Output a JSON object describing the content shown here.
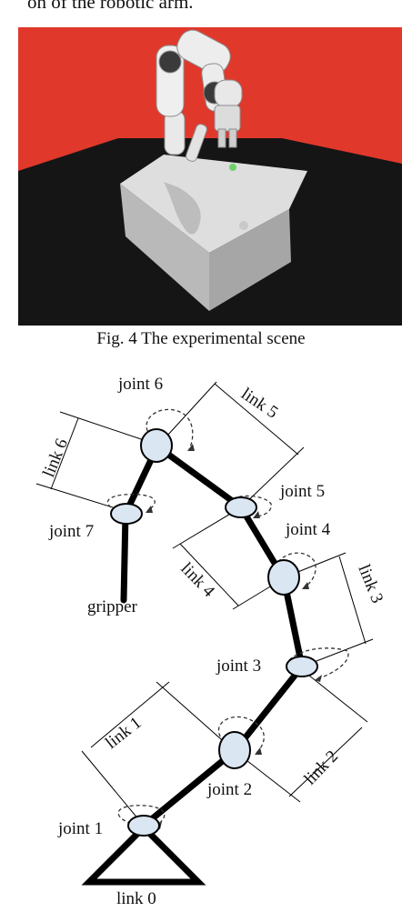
{
  "page": {
    "top_text": "on of the robotic arm."
  },
  "figure4": {
    "caption": "Fig. 4 The experimental scene"
  },
  "diagram": {
    "labels": {
      "joint1": "joint 1",
      "joint2": "joint 2",
      "joint3": "joint 3",
      "joint4": "joint 4",
      "joint5": "joint 5",
      "joint6": "joint 6",
      "joint7": "joint 7",
      "link0": "link 0",
      "link1": "link 1",
      "link2": "link 2",
      "link3": "link 3",
      "link4": "link 4",
      "link5": "link 5",
      "link6": "link 6",
      "gripper": "gripper"
    }
  },
  "colors": {
    "wall_red": "#e1382c",
    "floor_black": "#151515",
    "table_gray": "#d2d2d2",
    "joint_fill": "#dbe6f3",
    "target_green": "#6fcf6a"
  }
}
